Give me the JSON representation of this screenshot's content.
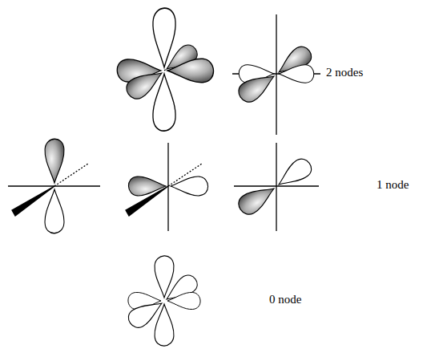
{
  "diagram": {
    "labels": [
      "2 nodes",
      "1 node",
      "0 node"
    ]
  }
}
